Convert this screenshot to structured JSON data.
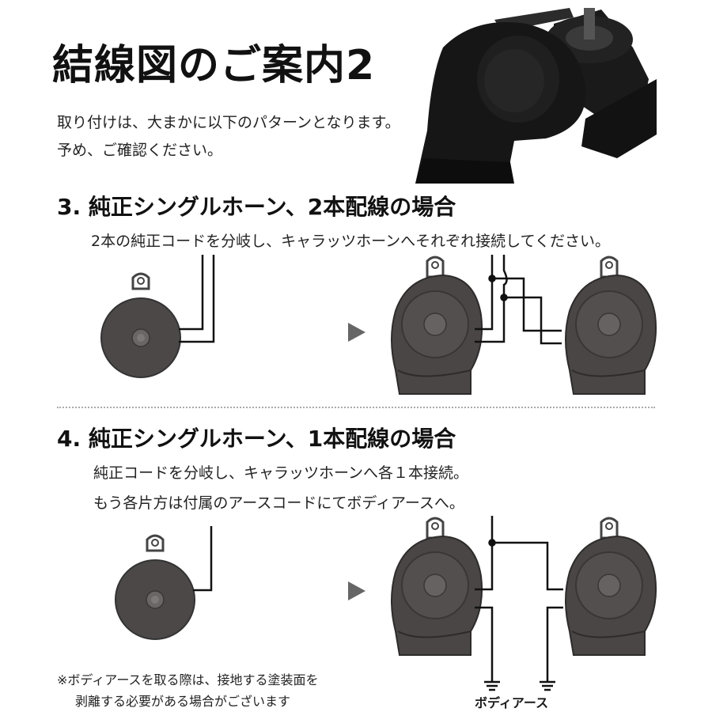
{
  "header": {
    "title": "結線図のご案内2",
    "intro_line1": "取り付けは、大まかに以下のパターンとなります。",
    "intro_line2": "予め、ご確認ください。"
  },
  "section3": {
    "title": "3. 純正シングルホーン、2本配線の場合",
    "description": "2本の純正コードを分岐し、キャラッツホーンへそれぞれ接続してください。"
  },
  "section4": {
    "title": "4. 純正シングルホーン、1本配線の場合",
    "description_line1": "純正コードを分岐し、キャラッツホーンへ各１本接続。",
    "description_line2": "もう各片方は付属のアースコードにてボディアースへ。",
    "note_line1": "※ボディアースを取る際は、接地する塗装面を",
    "note_line2": "剥離する必要がある場合がございます",
    "ground_label": "ボディアース"
  },
  "colors": {
    "horn_body": "#4a4646",
    "horn_dark": "#2e2b2b",
    "wire": "#111111",
    "arrow": "#666666"
  }
}
